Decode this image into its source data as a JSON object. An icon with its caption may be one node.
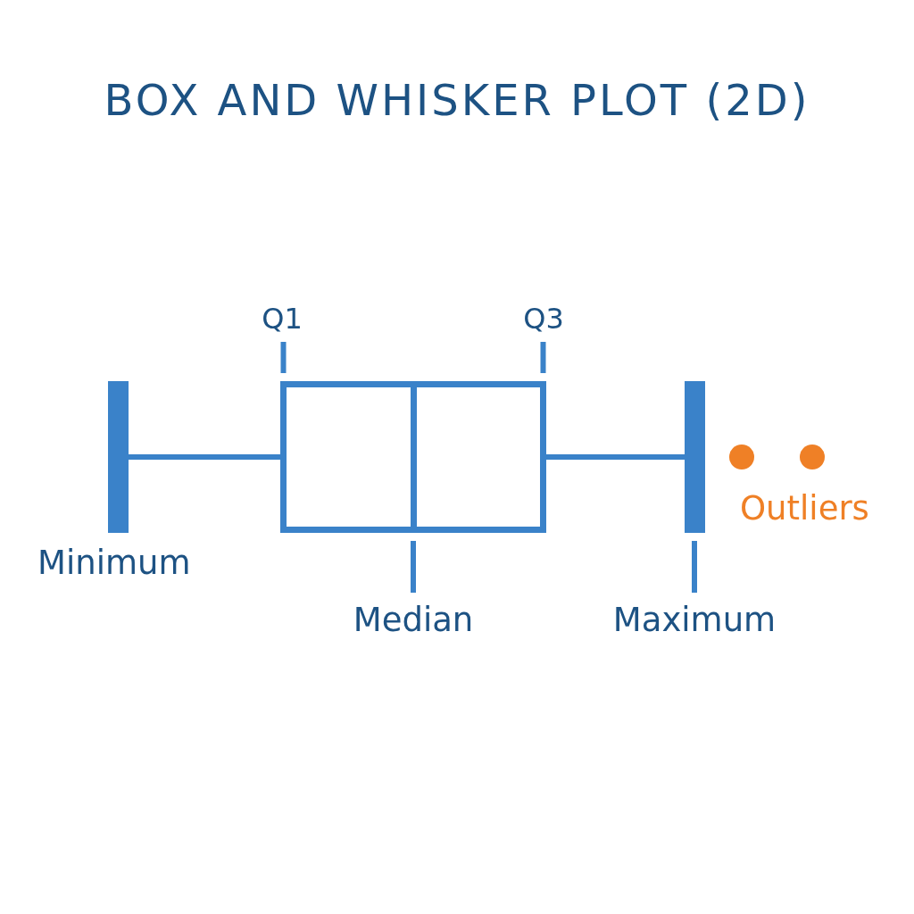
{
  "diagram": {
    "title": "BOX AND WHISKER PLOT (2D)",
    "nodes": [
      {
        "text": [
          "Q1"
        ]
      },
      {
        "text": [
          "Q3"
        ]
      },
      {
        "text": [],
        "shape": "bar",
        "beside": [
          "Minimum"
        ]
      },
      {
        "text": [],
        "shape": "box"
      },
      {
        "text": [],
        "shape": "bar"
      },
      {
        "text": [],
        "shape": "circle"
      },
      {
        "text": [],
        "shape": "circle"
      },
      {
        "text": [
          "Median"
        ]
      },
      {
        "text": [
          "Maximum"
        ]
      }
    ],
    "edges": [
      {
        "from": 0,
        "to": 3,
        "arrow": "none"
      },
      {
        "from": 1,
        "to": 3,
        "arrow": "none"
      },
      {
        "from": 2,
        "to": 3,
        "arrow": "none"
      },
      {
        "from": 3,
        "to": 4,
        "arrow": "none"
      },
      {
        "from": 7,
        "to": 3,
        "arrow": "none"
      },
      {
        "from": 8,
        "to": 4,
        "arrow": "none"
      }
    ],
    "labels": [
      "Outliers"
    ]
  }
}
